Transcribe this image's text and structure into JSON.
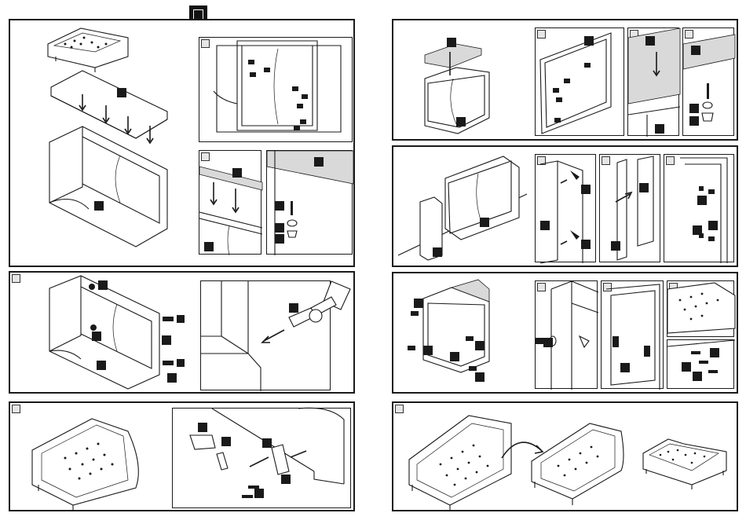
{
  "document": {
    "type": "assembly-instructions",
    "sheet": "sofa-chaise-assembly"
  },
  "icons": {
    "step_badge": "black-square-badge",
    "sub_step_marker": "grey-corner-square",
    "screw": "screw-icon",
    "bolt": "bolt-icon",
    "washer": "washer-icon",
    "bracket": "bracket-icon",
    "wrench": "wrench-icon",
    "drill": "drill-icon",
    "arrow": "arrow-down-icon"
  },
  "colors": {
    "line": "#1a1a1a",
    "badge": "#1a1a1a",
    "shade": "#d9d9d9",
    "background": "#ffffff"
  }
}
